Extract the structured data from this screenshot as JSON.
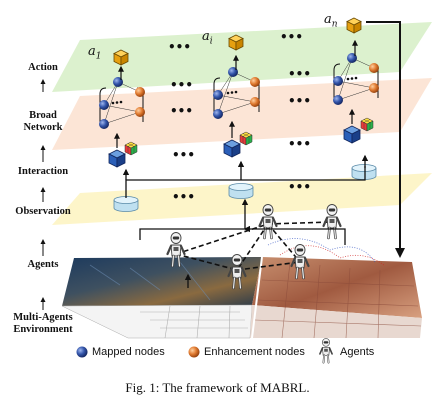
{
  "layers": [
    {
      "id": "action",
      "label": "Action"
    },
    {
      "id": "broad-network",
      "label": "Broad\nNetwork"
    },
    {
      "id": "interaction",
      "label": "Interaction"
    },
    {
      "id": "observation",
      "label": "Observation"
    },
    {
      "id": "agents",
      "label": "Agents"
    },
    {
      "id": "environment",
      "label": "Multi-Agents\nEnvironment"
    }
  ],
  "actions": [
    {
      "symbol": "a",
      "subscript": "1"
    },
    {
      "symbol": "a",
      "subscript": "i"
    },
    {
      "symbol": "a",
      "subscript": "n"
    }
  ],
  "ellipsis": "•••",
  "legend": {
    "mapped_nodes": "Mapped nodes",
    "enhancement_nodes": "Enhancement nodes",
    "agents": "Agents"
  },
  "caption": "Fig. 1: The framework of MABRL.",
  "colors": {
    "action_layer": "#d8efc9",
    "broad_layer": "#fbdcc8",
    "observation_layer": "#fdf4c6",
    "mapped_node": "#3355aa",
    "enhancement_node": "#e07a30",
    "action_cube": "#f3b21a",
    "db_cylinder": "#bfe0f0"
  }
}
